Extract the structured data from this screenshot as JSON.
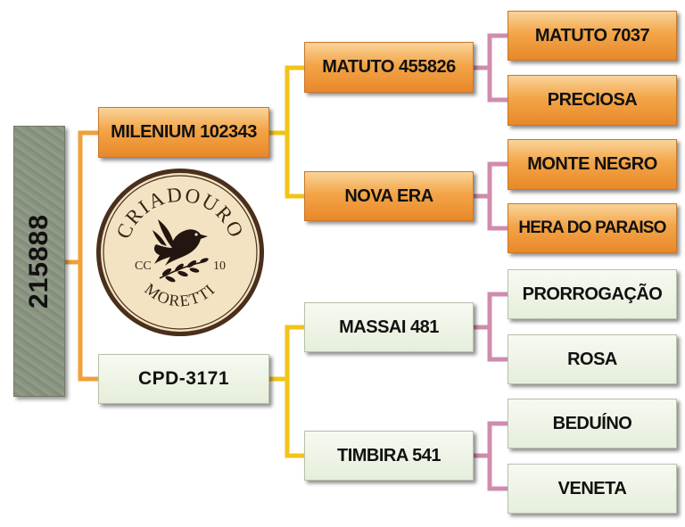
{
  "root": {
    "id": "215888"
  },
  "parents": [
    {
      "name": "MILENIUM 102343"
    },
    {
      "name": "CPD-3171"
    }
  ],
  "grandparents": [
    {
      "name": "MATUTO 455826"
    },
    {
      "name": "NOVA ERA"
    },
    {
      "name": "MASSAI 481"
    },
    {
      "name": "TIMBIRA 541"
    }
  ],
  "great_grandparents": [
    {
      "name": "MATUTO 7037"
    },
    {
      "name": "PRECIOSA"
    },
    {
      "name": "MONTE NEGRO"
    },
    {
      "name": "HERA DO PARAISO"
    },
    {
      "name": "PRORROGAÇÃO"
    },
    {
      "name": "ROSA"
    },
    {
      "name": "BEDUÍNO"
    },
    {
      "name": "VENETA"
    }
  ],
  "logo": {
    "top_text": "CRIADOURO",
    "bottom_text": "MORETTI",
    "left_text": "CC",
    "right_text": "10"
  },
  "colors": {
    "orange_line": "#f0a03a",
    "yellow_line": "#f2c318",
    "pink_line": "#cf8cad",
    "orange_box": "#f3a548",
    "green_box": "#e6eedb"
  }
}
